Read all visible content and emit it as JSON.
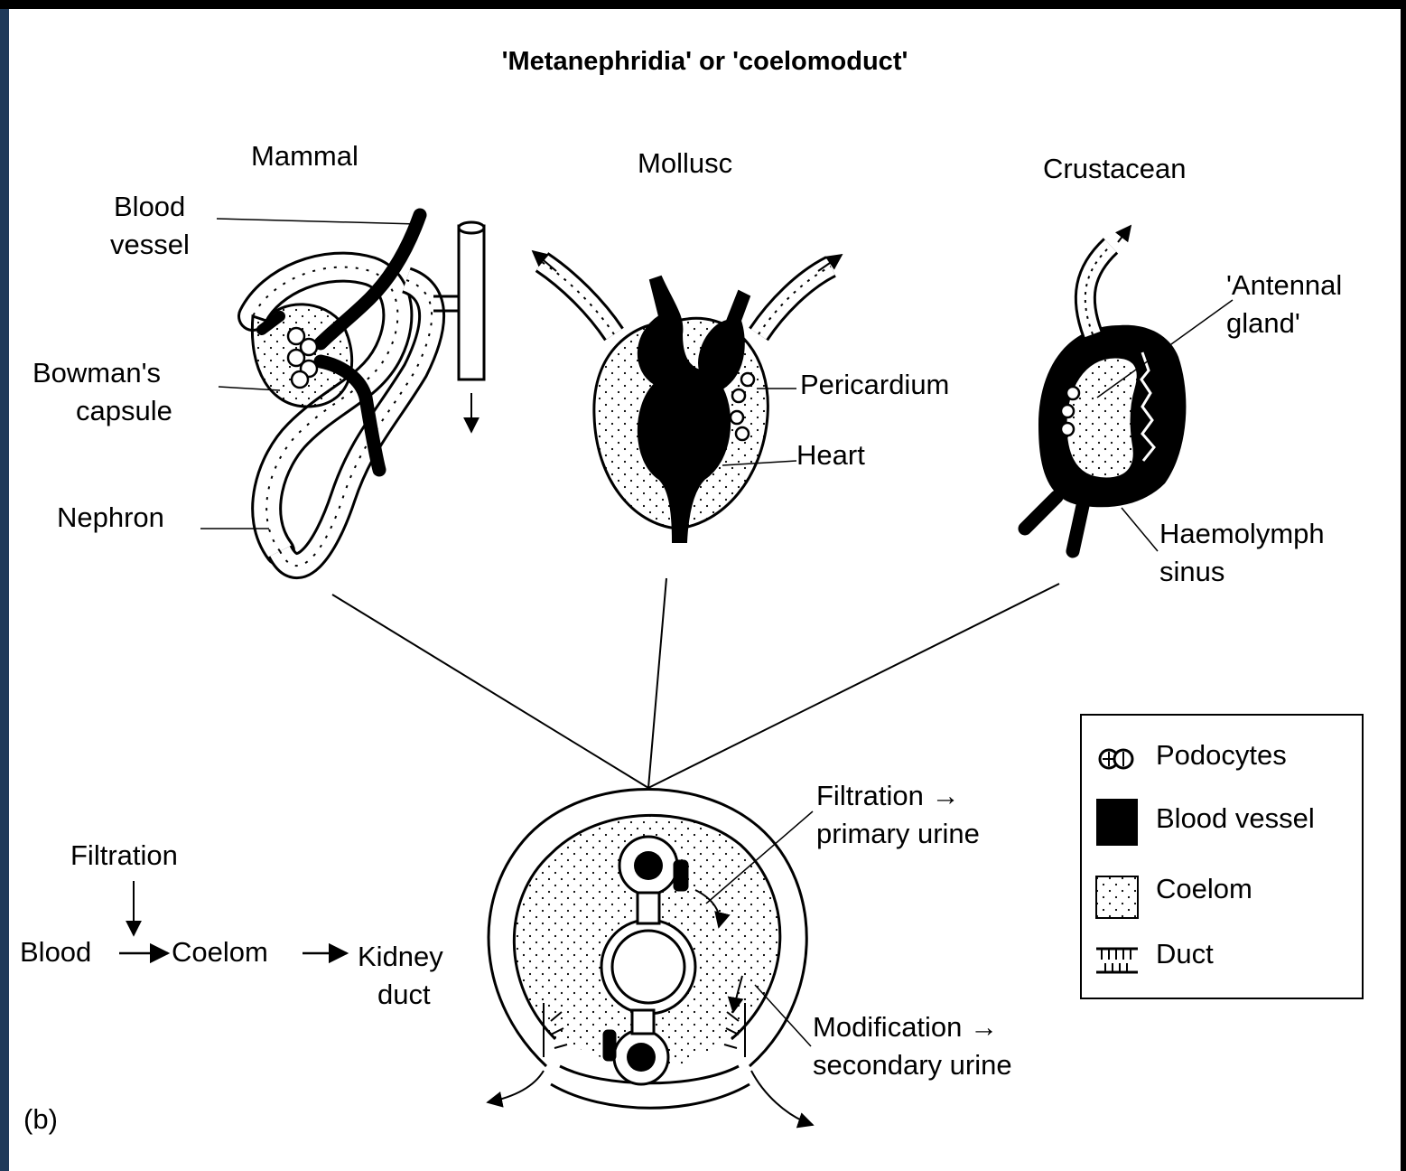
{
  "title": "'Metanephridia' or 'coelomoduct'",
  "panel_label": "(b)",
  "organisms": {
    "mammal": "Mammal",
    "mollusc": "Mollusc",
    "crustacean": "Crustacean"
  },
  "mammal_labels": {
    "blood_vessel_1": "Blood",
    "blood_vessel_2": "vessel",
    "bowmans_capsule_1": "Bowman's",
    "bowmans_capsule_2": "capsule",
    "nephron": "Nephron"
  },
  "mollusc_labels": {
    "pericardium": "Pericardium",
    "heart": "Heart"
  },
  "crustacean_labels": {
    "antennal_gland_1": "'Antennal",
    "antennal_gland_2": "gland'",
    "haemolymph_sinus_1": "Haemolymph",
    "haemolymph_sinus_2": "sinus"
  },
  "generalized": {
    "filtration_1": "Filtration →",
    "filtration_2": "primary urine",
    "modification_1": "Modification →",
    "modification_2": "secondary urine"
  },
  "flow": {
    "filtration": "Filtration",
    "blood": "Blood",
    "coelom": "Coelom",
    "kidney_1": "Kidney",
    "kidney_2": "duct"
  },
  "legend": {
    "podocytes": "Podocytes",
    "blood_vessel": "Blood vessel",
    "coelom": "Coelom",
    "duct": "Duct"
  }
}
